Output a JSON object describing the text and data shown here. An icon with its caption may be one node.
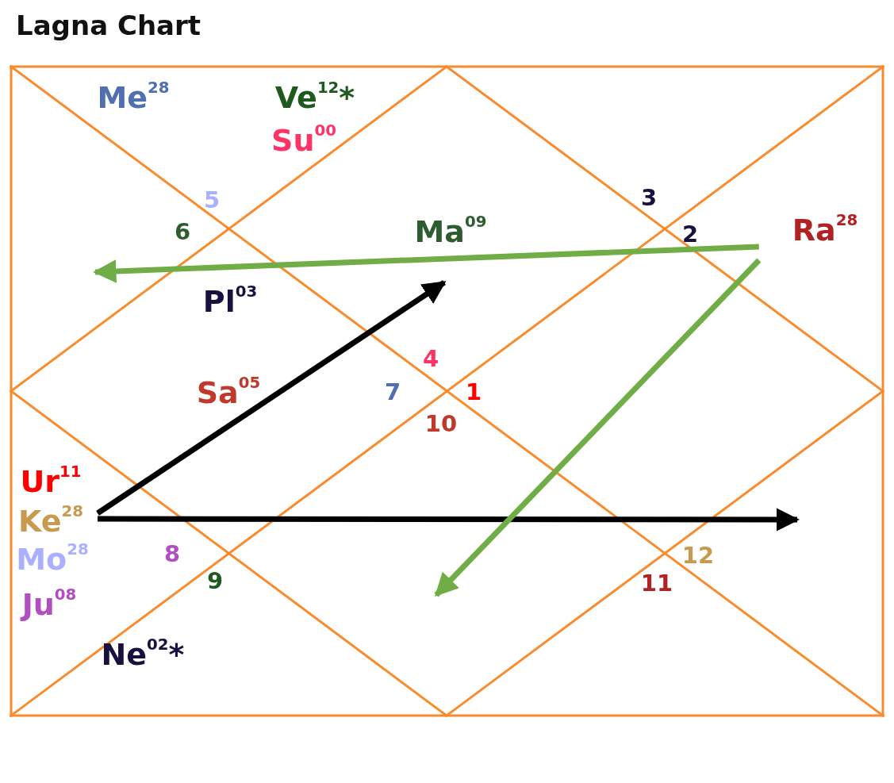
{
  "diagram": {
    "title": "Lagna Chart",
    "nodes": [
      {
        "text": [
          "Me$^{28}$"
        ]
      },
      {
        "text": [
          "Ve$^{12}$*"
        ]
      },
      {
        "text": [
          "Su$^{00}$"
        ]
      },
      {
        "text": [
          "Ma$^{09}$"
        ]
      },
      {
        "text": [
          "Ra$^{28}$"
        ]
      },
      {
        "text": [
          "Pl$^{03}$"
        ]
      },
      {
        "text": [
          "Sa$^{05}$"
        ]
      },
      {
        "text": [
          "Ur$^{11}$"
        ]
      },
      {
        "text": [
          "Ke$^{28}$"
        ]
      },
      {
        "text": [
          "Mo$^{28}$"
        ]
      },
      {
        "text": [
          "Ju$^{08}$"
        ]
      },
      {
        "text": [
          "Ne$^{02}$*"
        ]
      }
    ],
    "edges": [
      {
        "from": 8,
        "to": 3,
        "arrow": "to"
      },
      {
        "from": 8,
        "to": null,
        "arrow": "to"
      },
      {
        "from": 4,
        "to": null,
        "arrow": "to",
        "color": "#70ad47"
      },
      {
        "from": 4,
        "to": null,
        "arrow": "to",
        "color": "#70ad47"
      }
    ],
    "labels": [
      "5",
      "3",
      "6",
      "2",
      "4",
      "7",
      "1",
      "10",
      "8",
      "12",
      "9",
      "11"
    ]
  }
}
